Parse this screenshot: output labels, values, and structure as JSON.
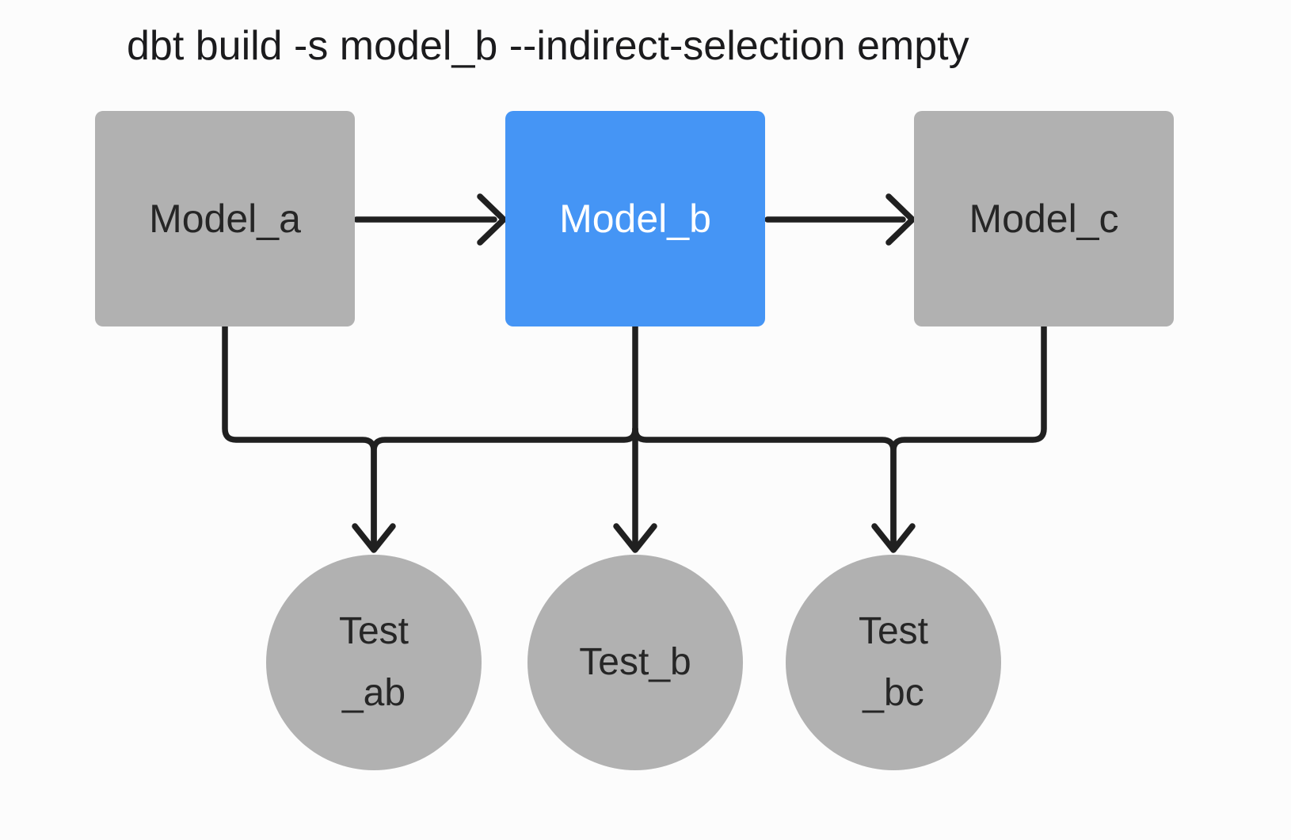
{
  "title": "dbt build -s model_b --indirect-selection empty",
  "nodes": {
    "model_a": {
      "label": "Model_a",
      "kind": "model",
      "highlighted": false
    },
    "model_b": {
      "label": "Model_b",
      "kind": "model",
      "highlighted": true
    },
    "model_c": {
      "label": "Model_c",
      "kind": "model",
      "highlighted": false
    },
    "test_ab": {
      "lines": [
        "Test",
        "_ab"
      ],
      "kind": "test",
      "highlighted": false
    },
    "test_b": {
      "lines": [
        "Test_b"
      ],
      "kind": "test",
      "highlighted": false
    },
    "test_bc": {
      "lines": [
        "Test",
        "_bc"
      ],
      "kind": "test",
      "highlighted": false
    }
  },
  "edges": [
    {
      "from": "model_a",
      "to": "model_b"
    },
    {
      "from": "model_b",
      "to": "model_c"
    },
    {
      "from": "model_a",
      "to": "test_ab"
    },
    {
      "from": "model_b",
      "to": "test_ab"
    },
    {
      "from": "model_b",
      "to": "test_b"
    },
    {
      "from": "model_b",
      "to": "test_bc"
    },
    {
      "from": "model_c",
      "to": "test_bc"
    }
  ],
  "colors": {
    "model_gray": "#b1b1b1",
    "selected_blue": "#4595f5",
    "edge": "#202020",
    "label_dark": "#262626",
    "label_light": "#ffffff",
    "background": "#fcfcfc",
    "title_text": "#1b1b1d"
  }
}
